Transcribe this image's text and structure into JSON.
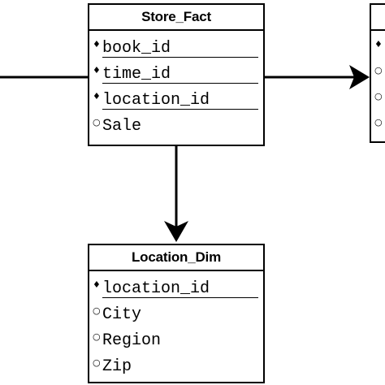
{
  "entities": {
    "store_fact": {
      "title": "Store_Fact",
      "attributes": [
        {
          "marker": "♦",
          "name": "book_id",
          "key": true
        },
        {
          "marker": "♦",
          "name": "time_id",
          "key": true
        },
        {
          "marker": "♦",
          "name": "location_id",
          "key": true
        },
        {
          "marker": "○",
          "name": "Sale",
          "key": false
        }
      ]
    },
    "location_dim": {
      "title": "Location_Dim",
      "attributes": [
        {
          "marker": "♦",
          "name": "location_id",
          "key": true
        },
        {
          "marker": "○",
          "name": "City",
          "key": false
        },
        {
          "marker": "○",
          "name": "Region",
          "key": false
        },
        {
          "marker": "○",
          "name": "Zip",
          "key": false
        }
      ]
    },
    "right_partial": {
      "title": "",
      "markers": [
        "♦",
        "○",
        "○",
        "○"
      ]
    }
  }
}
